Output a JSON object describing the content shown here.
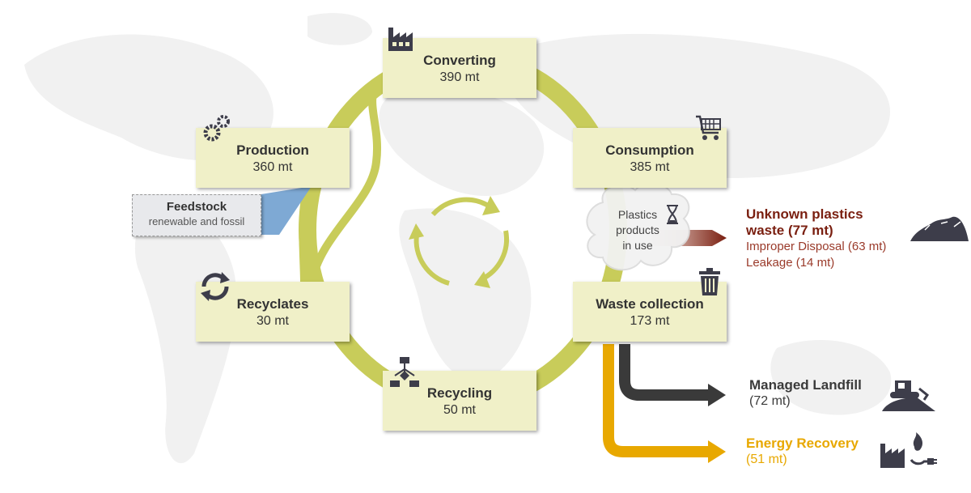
{
  "nodes": {
    "converting": {
      "title": "Converting",
      "value": "390 mt"
    },
    "production": {
      "title": "Production",
      "value": "360 mt"
    },
    "consumption": {
      "title": "Consumption",
      "value": "385 mt"
    },
    "recyclates": {
      "title": "Recyclates",
      "value": "30 mt"
    },
    "waste_collection": {
      "title": "Waste collection",
      "value": "173 mt"
    },
    "recycling": {
      "title": "Recycling",
      "value": "50 mt"
    }
  },
  "feedstock": {
    "title": "Feedstock",
    "subtitle": "renewable and fossil"
  },
  "in_use": {
    "line1": "Plastics",
    "line2": "products",
    "line3": "in use"
  },
  "unknown": {
    "title1": "Unknown plastics",
    "title2": "waste (77 mt)",
    "line1": "Improper Disposal (63 mt)",
    "line2": "Leakage (14 mt)"
  },
  "landfill": {
    "title": "Managed Landfill",
    "value": "(72 mt)"
  },
  "energy": {
    "title": "Energy Recovery",
    "value": "(51 mt)"
  },
  "colors": {
    "cycle": "#c8cc5a",
    "box": "#f0f0c8",
    "unknown": "#7a1f10",
    "landfill": "#3a3a3a",
    "energy": "#e8a800"
  },
  "icons": [
    "factory-icon",
    "gears-icon",
    "shopping-cart-icon",
    "hourglass-icon",
    "trash-icon",
    "recycle-arrows-icon",
    "flowchart-icon",
    "waste-pile-icon",
    "bulldozer-icon",
    "energy-plant-icon"
  ]
}
